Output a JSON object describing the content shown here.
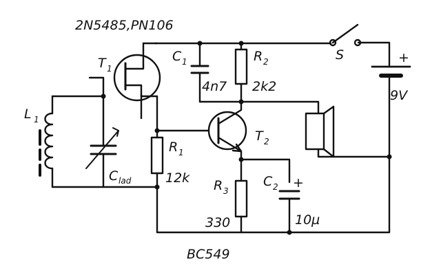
{
  "labels": {
    "t1_part": "2N5485,PN106",
    "t2_part": "BC549",
    "switch": "S",
    "battery_plus": "+",
    "battery_voltage": "9V",
    "c1_name": "C",
    "c1_sub": "1",
    "c1_value": "4n7",
    "r2_name": "R",
    "r2_sub": "2",
    "r2_value": "2k2",
    "t1_name": "T",
    "t1_sub": "1",
    "t2_name": "T",
    "t2_sub": "2",
    "l1_name": "L",
    "l1_sub": "1",
    "r1_name": "R",
    "r1_sub": "1",
    "r1_value": "12k",
    "ctrim_name": "C",
    "ctrim_sub": "lad",
    "r3_name": "R",
    "r3_sub": "3",
    "r3_value": "330",
    "c2_name": "C",
    "c2_sub": "2",
    "c2_plus": "+",
    "c2_value": "10µ"
  },
  "colors": {
    "ink": "#111111",
    "background": "#ffffff"
  }
}
